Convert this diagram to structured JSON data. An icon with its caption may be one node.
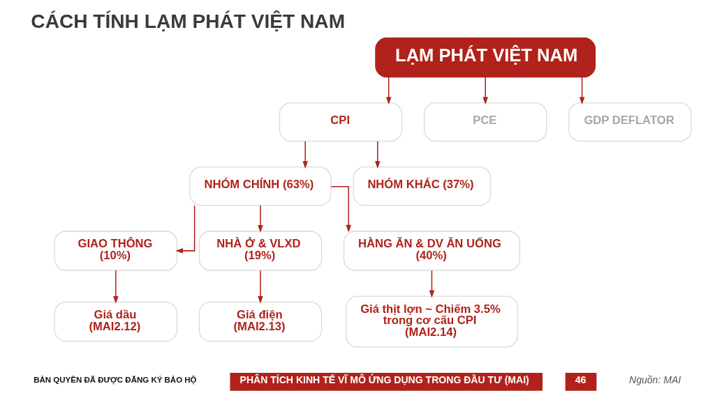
{
  "diagram": {
    "title": "CÁCH TÍNH LẠM PHÁT VIỆT NAM",
    "nodes": [
      {
        "text": [
          "LẠM PHÁT VIỆT NAM"
        ]
      },
      {
        "text": [
          "CPI"
        ]
      },
      {
        "text": [
          "PCE"
        ]
      },
      {
        "text": [
          "GDP DEFLATOR"
        ]
      },
      {
        "text": [
          "NHÓM CHÍNH (63%)"
        ]
      },
      {
        "text": [
          "NHÓM KHÁC (37%)"
        ]
      },
      {
        "text": [
          "GIAO THÔNG (10%)"
        ]
      },
      {
        "text": [
          "NHÀ Ở & VLXD (19%)"
        ]
      },
      {
        "text": [
          "HÀNG ĂN & DV ĂN UỐNG (40%)"
        ]
      },
      {
        "text": [
          "Giá dầu (MAI2.12)"
        ]
      },
      {
        "text": [
          "Giá điện (MAI2.13)"
        ]
      },
      {
        "text": [
          "Giá thịt lợn ~ Chiếm 3.5% trong cơ cấu CPI (MAI2.14)"
        ]
      }
    ],
    "edges": [
      {
        "from": 0,
        "to": 1,
        "arrow": "to"
      },
      {
        "from": 0,
        "to": 2,
        "arrow": "to"
      },
      {
        "from": 0,
        "to": 3,
        "arrow": "to"
      },
      {
        "from": 1,
        "to": 4,
        "arrow": "to"
      },
      {
        "from": 1,
        "to": 5,
        "arrow": "to"
      },
      {
        "from": 4,
        "to": 6,
        "arrow": "to"
      },
      {
        "from": 4,
        "to": 7,
        "arrow": "to"
      },
      {
        "from": 4,
        "to": 8,
        "arrow": "to"
      },
      {
        "from": 6,
        "to": 9,
        "arrow": "to"
      },
      {
        "from": 7,
        "to": 10,
        "arrow": "to"
      },
      {
        "from": 8,
        "to": 11,
        "arrow": "to"
      }
    ],
    "labels": [
      "BẢN QUYỀN ĐÃ ĐƯỢC ĐĂNG KÝ BẢO HỘ",
      "PHÂN TÍCH KINH TẾ VĨ MÔ ỨNG DỤNG TRONG ĐẦU TƯ (MAI)",
      "46",
      "Nguồn: MAI"
    ]
  }
}
